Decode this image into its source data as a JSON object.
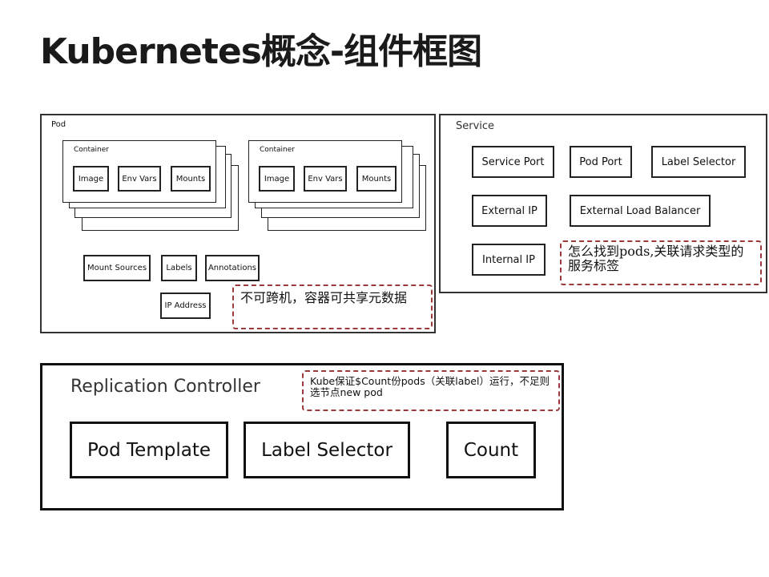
{
  "title": "Kubernetes概念-组件框图",
  "pod": {
    "label": "Pod",
    "containers": [
      {
        "label": "Container",
        "boxes": [
          "Image",
          "Env Vars",
          "Mounts"
        ]
      },
      {
        "label": "Container",
        "boxes": [
          "Image",
          "Env Vars",
          "Mounts"
        ]
      }
    ],
    "mount_sources": "Mount Sources",
    "labels": "Labels",
    "annotations": "Annotations",
    "ip_address": "IP Address",
    "note": "不可跨机，容器可共享元数据"
  },
  "service": {
    "label": "Service",
    "service_port": "Service Port",
    "pod_port": "Pod Port",
    "label_selector": "Label Selector",
    "external_ip": "External IP",
    "external_lb": "External Load Balancer",
    "internal_ip": "Internal IP",
    "note": "怎么找到pods,关联请求类型的服务标签"
  },
  "rc": {
    "label": "Replication Controller",
    "pod_template": "Pod Template",
    "label_selector": "Label Selector",
    "count": "Count",
    "note": "Kube保证$Count份pods（关联label）运行，不足则选节点new pod"
  }
}
